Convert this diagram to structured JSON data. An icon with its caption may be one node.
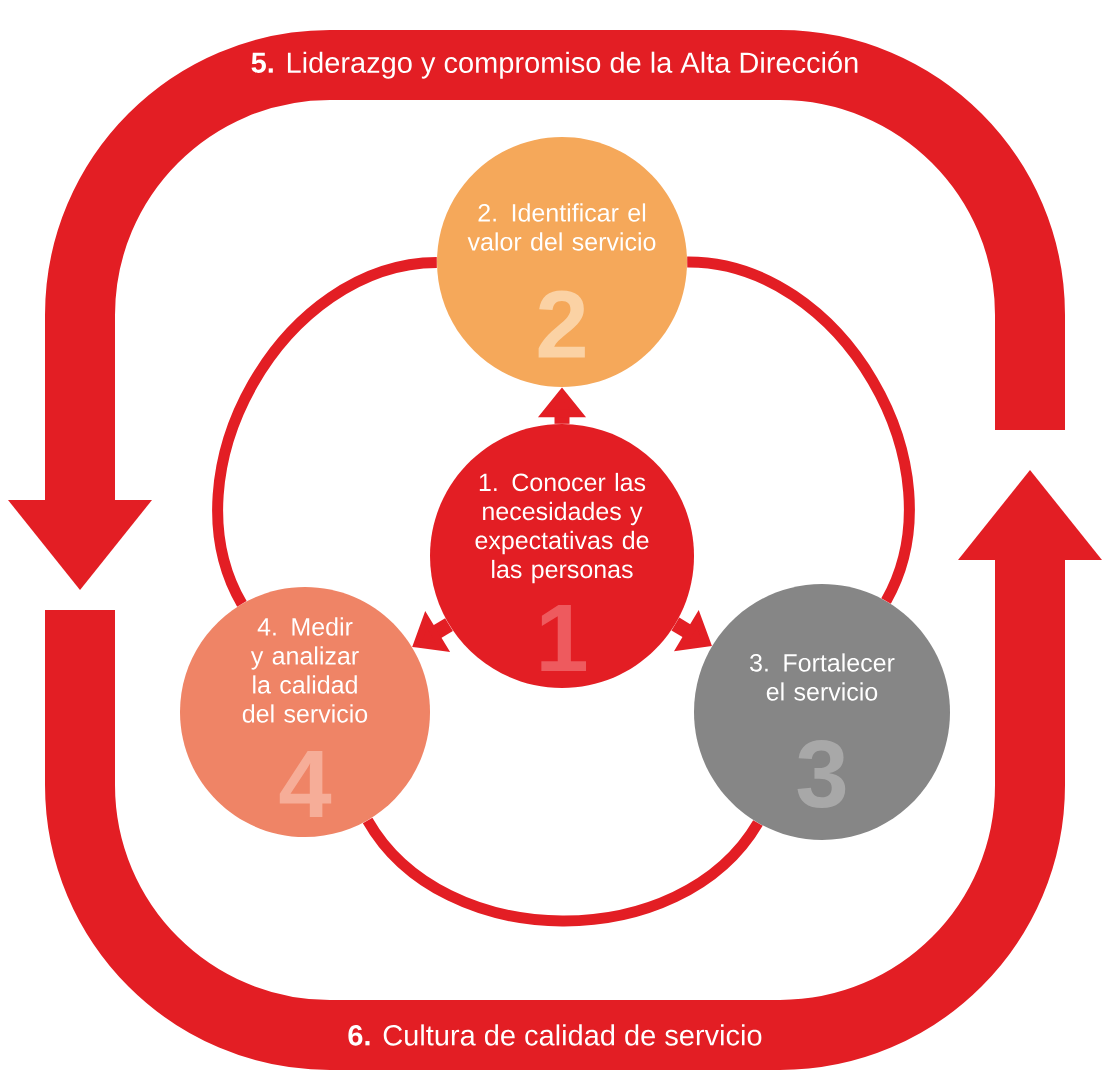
{
  "diagram": {
    "nodes": [
      {
        "text": [
          "**5.** Liderazgo y compromiso de la Alta Dirección"
        ]
      },
      {
        "text": [
          "2. Identificar el valor del servicio",
          "2"
        ]
      },
      {
        "text": [
          "1. Conocer las necesidades y expectativas de las personas",
          "1"
        ]
      },
      {
        "text": [
          "4. Medir y analizar la calidad del servicio",
          "4"
        ]
      },
      {
        "text": [
          "3. Fortalecer el servicio",
          "3"
        ]
      },
      {
        "text": [
          "**6.** Cultura de calidad de servicio"
        ]
      }
    ],
    "edges": [
      {
        "from": 2,
        "to": 1,
        "arrow": "to"
      },
      {
        "from": 2,
        "to": 4,
        "arrow": "to"
      },
      {
        "from": 2,
        "to": 3,
        "arrow": "to"
      },
      {
        "from": 1,
        "to": 4,
        "arrow": "none"
      },
      {
        "from": 4,
        "to": 3,
        "arrow": "none"
      },
      {
        "from": 3,
        "to": 1,
        "arrow": "none"
      }
    ]
  }
}
